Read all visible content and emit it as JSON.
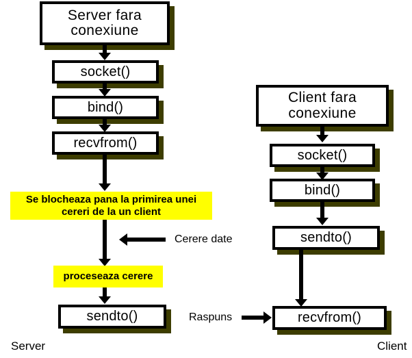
{
  "diagram": {
    "title_server": "Server fara\nconexiune",
    "title_client": "Client fara\nconexiune",
    "colors": {
      "box_fill": "#ffffff",
      "box_border": "#000000",
      "shadow": "#3d3d00",
      "highlight": "#ffff00",
      "text": "#000000",
      "background": "#ffffff"
    }
  },
  "server": {
    "footer_label": "Server",
    "steps": [
      {
        "id": "server-title",
        "label": "Server fara\nconexiune"
      },
      {
        "id": "server-socket",
        "label": "socket()"
      },
      {
        "id": "server-bind",
        "label": "bind()"
      },
      {
        "id": "server-recvfrom",
        "label": "recvfrom()"
      },
      {
        "id": "server-blocking",
        "label": "Se blocheaza pana la primirea unei\ncereri de la un client"
      },
      {
        "id": "server-processing",
        "label": "proceseaza cerere"
      },
      {
        "id": "server-sendto",
        "label": "sendto()"
      }
    ]
  },
  "client": {
    "footer_label": "Client",
    "steps": [
      {
        "id": "client-title",
        "label": "Client fara\nconexiune"
      },
      {
        "id": "client-socket",
        "label": "socket()"
      },
      {
        "id": "client-bind",
        "label": "bind()"
      },
      {
        "id": "client-sendto",
        "label": "sendto()"
      },
      {
        "id": "client-recvfrom",
        "label": "recvfrom()"
      }
    ]
  },
  "messages": {
    "request": "Cerere date",
    "response": "Raspuns"
  }
}
